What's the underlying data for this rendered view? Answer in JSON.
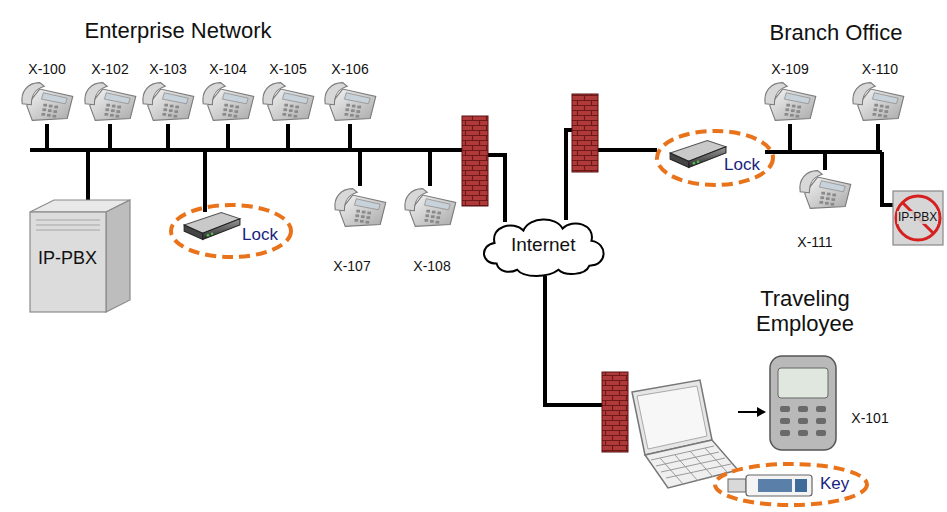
{
  "diagram": {
    "nodes": [
      {
        "text": [
          "IP-PBX"
        ]
      },
      {
        "text": [
          "Lock"
        ]
      },
      {
        "text": [
          "Internet"
        ]
      },
      {
        "text": [
          "Lock"
        ]
      },
      {
        "text": [
          "IP-PBX"
        ]
      },
      {
        "text": [
          "Key"
        ]
      }
    ],
    "labels": [
      "Enterprise Network",
      "X-100",
      "X-102",
      "X-103",
      "X-104",
      "X-105",
      "X-106",
      "X-107",
      "X-108",
      "Branch Office",
      "X-109",
      "X-110",
      "X-111",
      "Traveling Employee",
      "X-101"
    ]
  }
}
